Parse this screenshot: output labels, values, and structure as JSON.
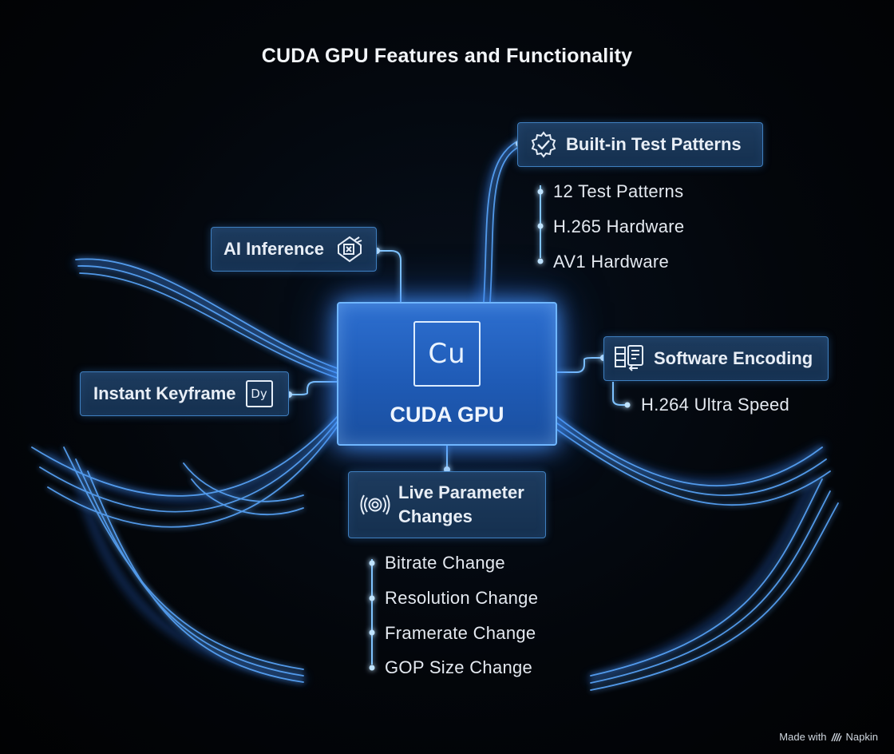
{
  "title": "CUDA GPU Features and Functionality",
  "center": {
    "label": "CUDA GPU",
    "symbol": "Cu"
  },
  "nodes": {
    "test_patterns": {
      "label": "Built-in Test Patterns",
      "icon": "gear-check-icon",
      "items": [
        "12 Test Patterns",
        "H.265 Hardware",
        "AV1 Hardware"
      ]
    },
    "ai_inference": {
      "label": "AI Inference",
      "icon": "ai-chip-icon"
    },
    "software_encoding": {
      "label": "Software Encoding",
      "icon": "document-sync-icon",
      "items": [
        "H.264 Ultra Speed"
      ]
    },
    "instant_keyframe": {
      "label": "Instant Keyframe",
      "icon": "keyframe-dy-icon",
      "icon_text": "Dy"
    },
    "live_parameter": {
      "label_line1": "Live Parameter",
      "label_line2": "Changes",
      "icon": "broadcast-icon",
      "items": [
        "Bitrate Change",
        "Resolution Change",
        "Framerate Change",
        "GOP Size Change"
      ]
    }
  },
  "footer": {
    "text": "Made with",
    "brand": "Napkin",
    "icon": "napkin-logo-icon"
  },
  "colors": {
    "accent": "#4aa3ff",
    "node_fill": "#1a3656",
    "core_fill": "#2563c4",
    "background": "#03060b"
  }
}
